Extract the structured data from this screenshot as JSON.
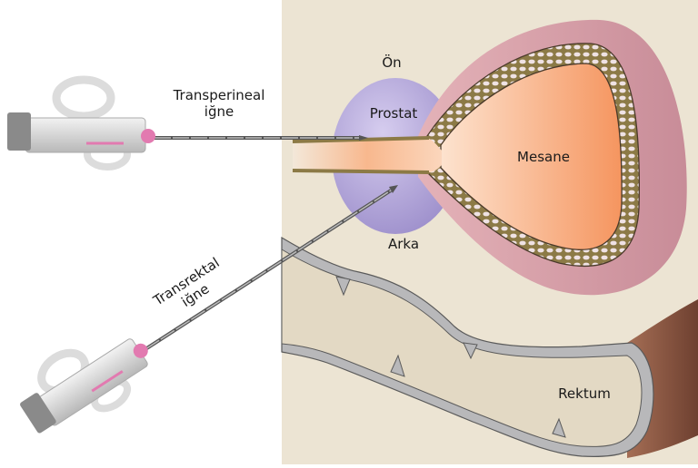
{
  "diagram": {
    "title": "Prostate biopsy approaches: transperineal vs transrectal needle",
    "labels": {
      "transperineal": {
        "line1": "Transperineal",
        "line2": "iğne"
      },
      "transrektal": {
        "line1": "Transrektal",
        "line2": "iğne"
      },
      "on": "Ön",
      "prostat": "Prostat",
      "arka": "Arka",
      "mesane": "Mesane",
      "rektum": "Rektum"
    },
    "colors": {
      "background_left": "#ffffff",
      "background_body": "#ece4d3",
      "prostate": "#b3a6d6",
      "bladder_outer": "#d4a0aa",
      "bladder_wall": "#8c7a46",
      "bladder_inner": "#f7a878",
      "rectum_wall": "#b8b8ba",
      "rectum_lumen": "#e3d9c4",
      "rectum_tube": "#8a5a44",
      "urethra": "#f6c6a0",
      "needle": "#555555",
      "device_body": "#d9d9d9",
      "device_accent": "#e27ab0"
    }
  }
}
